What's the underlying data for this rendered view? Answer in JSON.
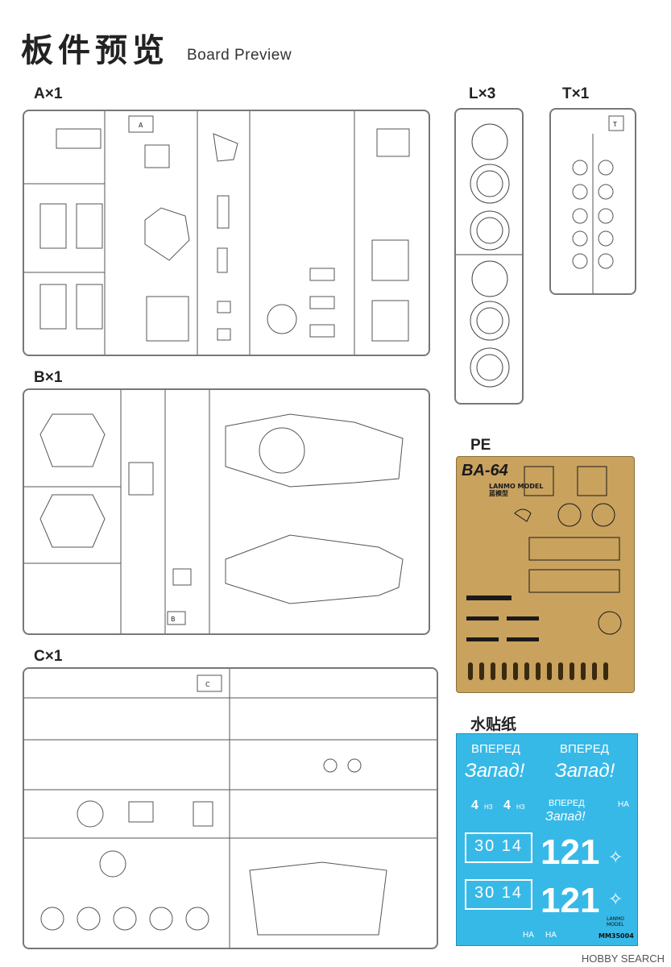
{
  "header": {
    "title": "板件预览",
    "subtitle": "Board Preview"
  },
  "sprues": {
    "A": {
      "label": "A×1",
      "tag": "A"
    },
    "L": {
      "label": "L×3"
    },
    "T": {
      "label": "T×1",
      "tag": "T"
    },
    "B": {
      "label": "B×1",
      "tag": "B"
    },
    "C": {
      "label": "C×1",
      "tag": "C"
    }
  },
  "pe": {
    "label": "PE",
    "title": "BA-64",
    "brand_en": "LANMO MODEL",
    "brand_cn": "蓝模型"
  },
  "decal": {
    "label": "水贴纸",
    "slogan_top": "ВПЕРЕД",
    "slogan_bottom": "Запад!",
    "number_plate": "30 14",
    "big_number": "121",
    "small_code": "НА",
    "plate_small_a": "4",
    "plate_small_b": "НЗ",
    "product_code": "MM35004",
    "brand": "LANMO MODEL"
  },
  "footer": {
    "watermark": "HOBBY SEARCH"
  },
  "colors": {
    "pe_brass": "#c9a25e",
    "decal_blue": "#37b9e8",
    "outline": "#777777"
  }
}
